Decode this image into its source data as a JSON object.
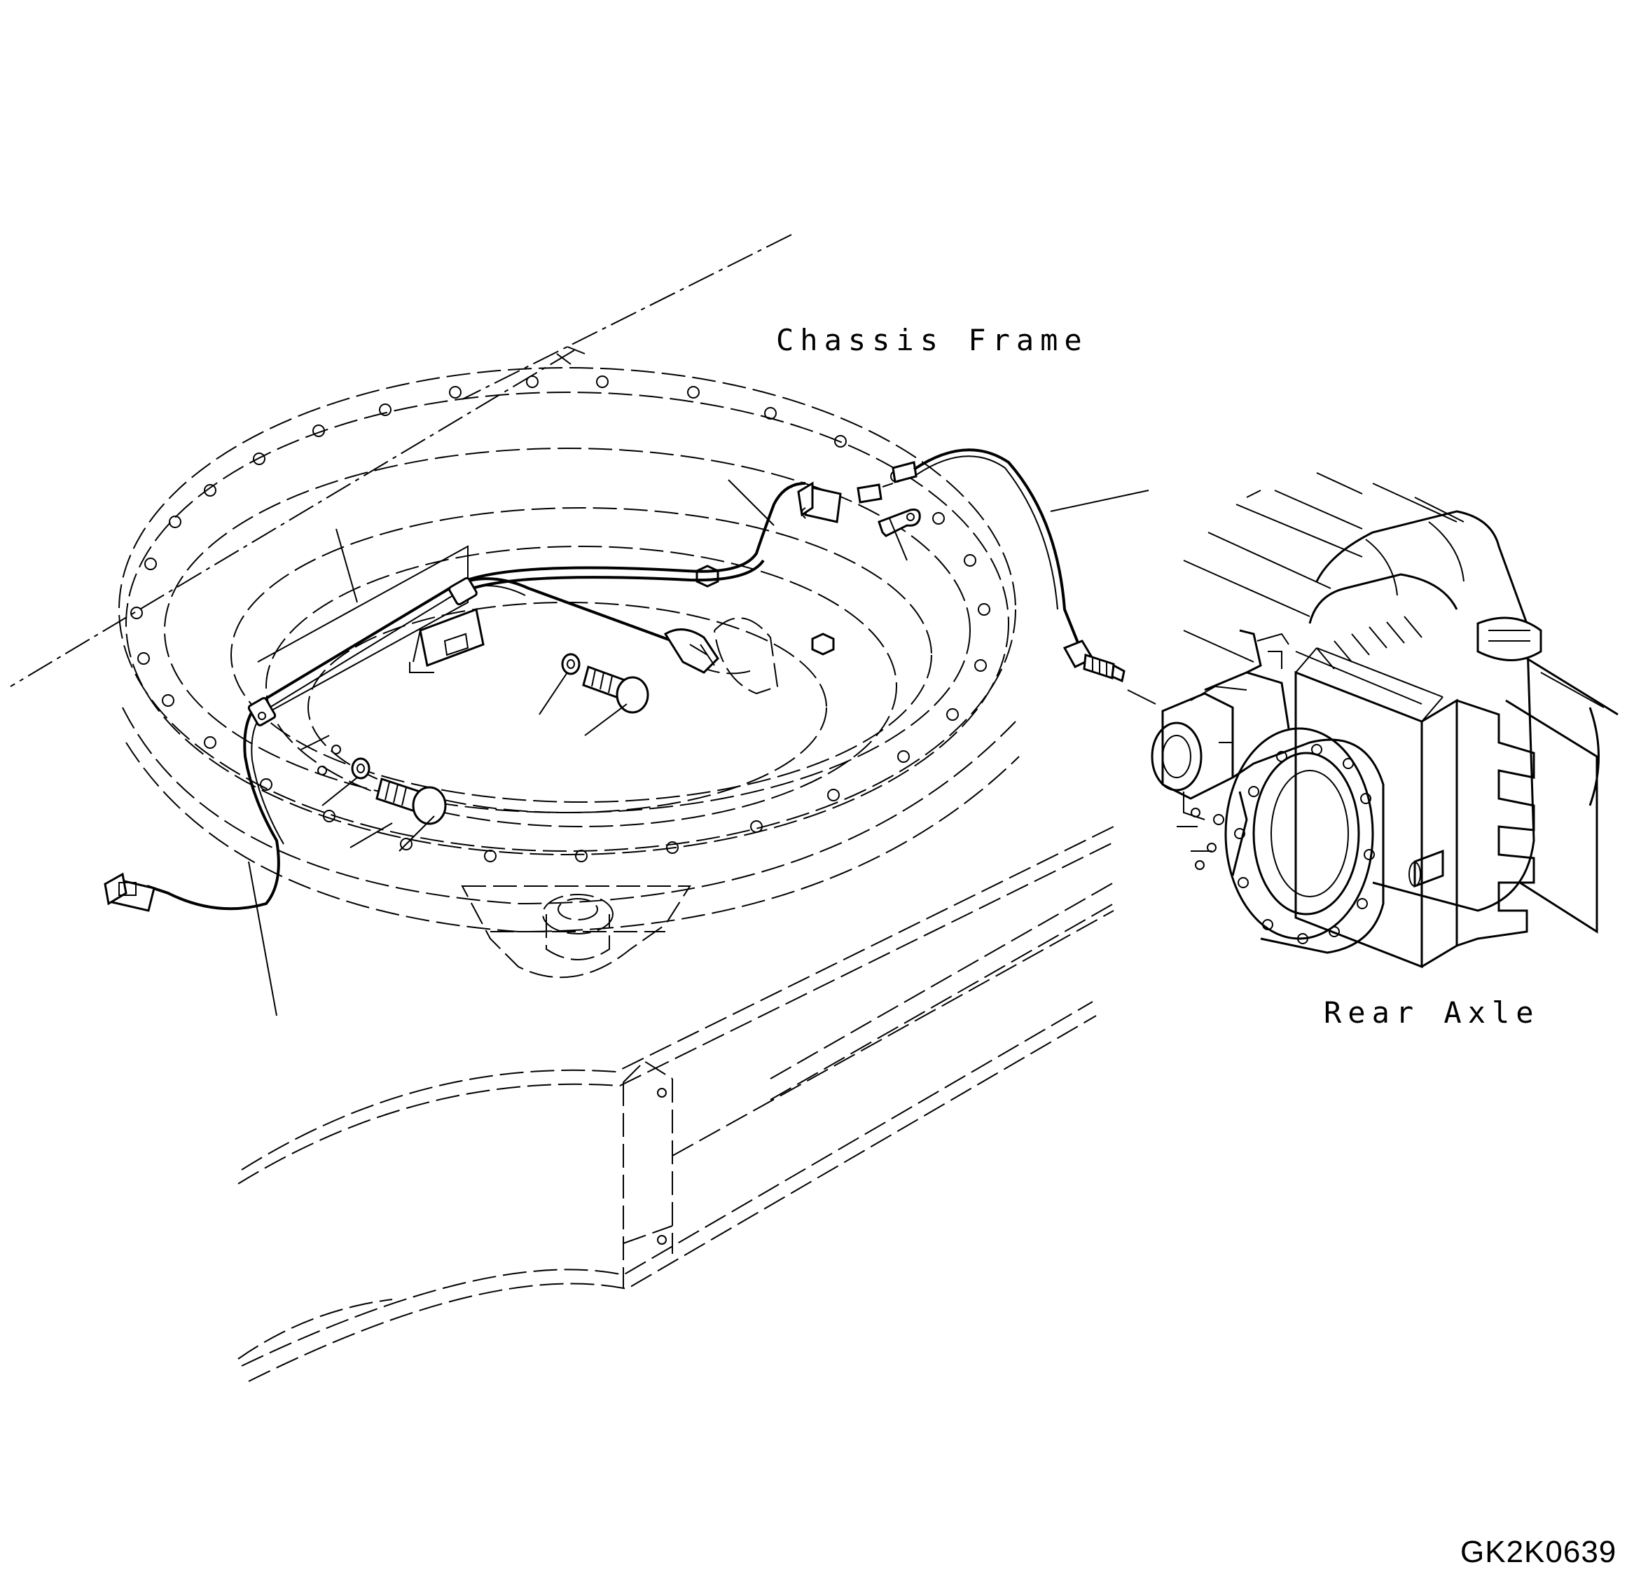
{
  "diagram": {
    "labels": {
      "chassis_frame": "Chassis Frame",
      "rear_axle": "Rear Axle",
      "drawing_code": "GK2K0639"
    },
    "colors": {
      "line": "#000000",
      "background": "#ffffff"
    }
  }
}
